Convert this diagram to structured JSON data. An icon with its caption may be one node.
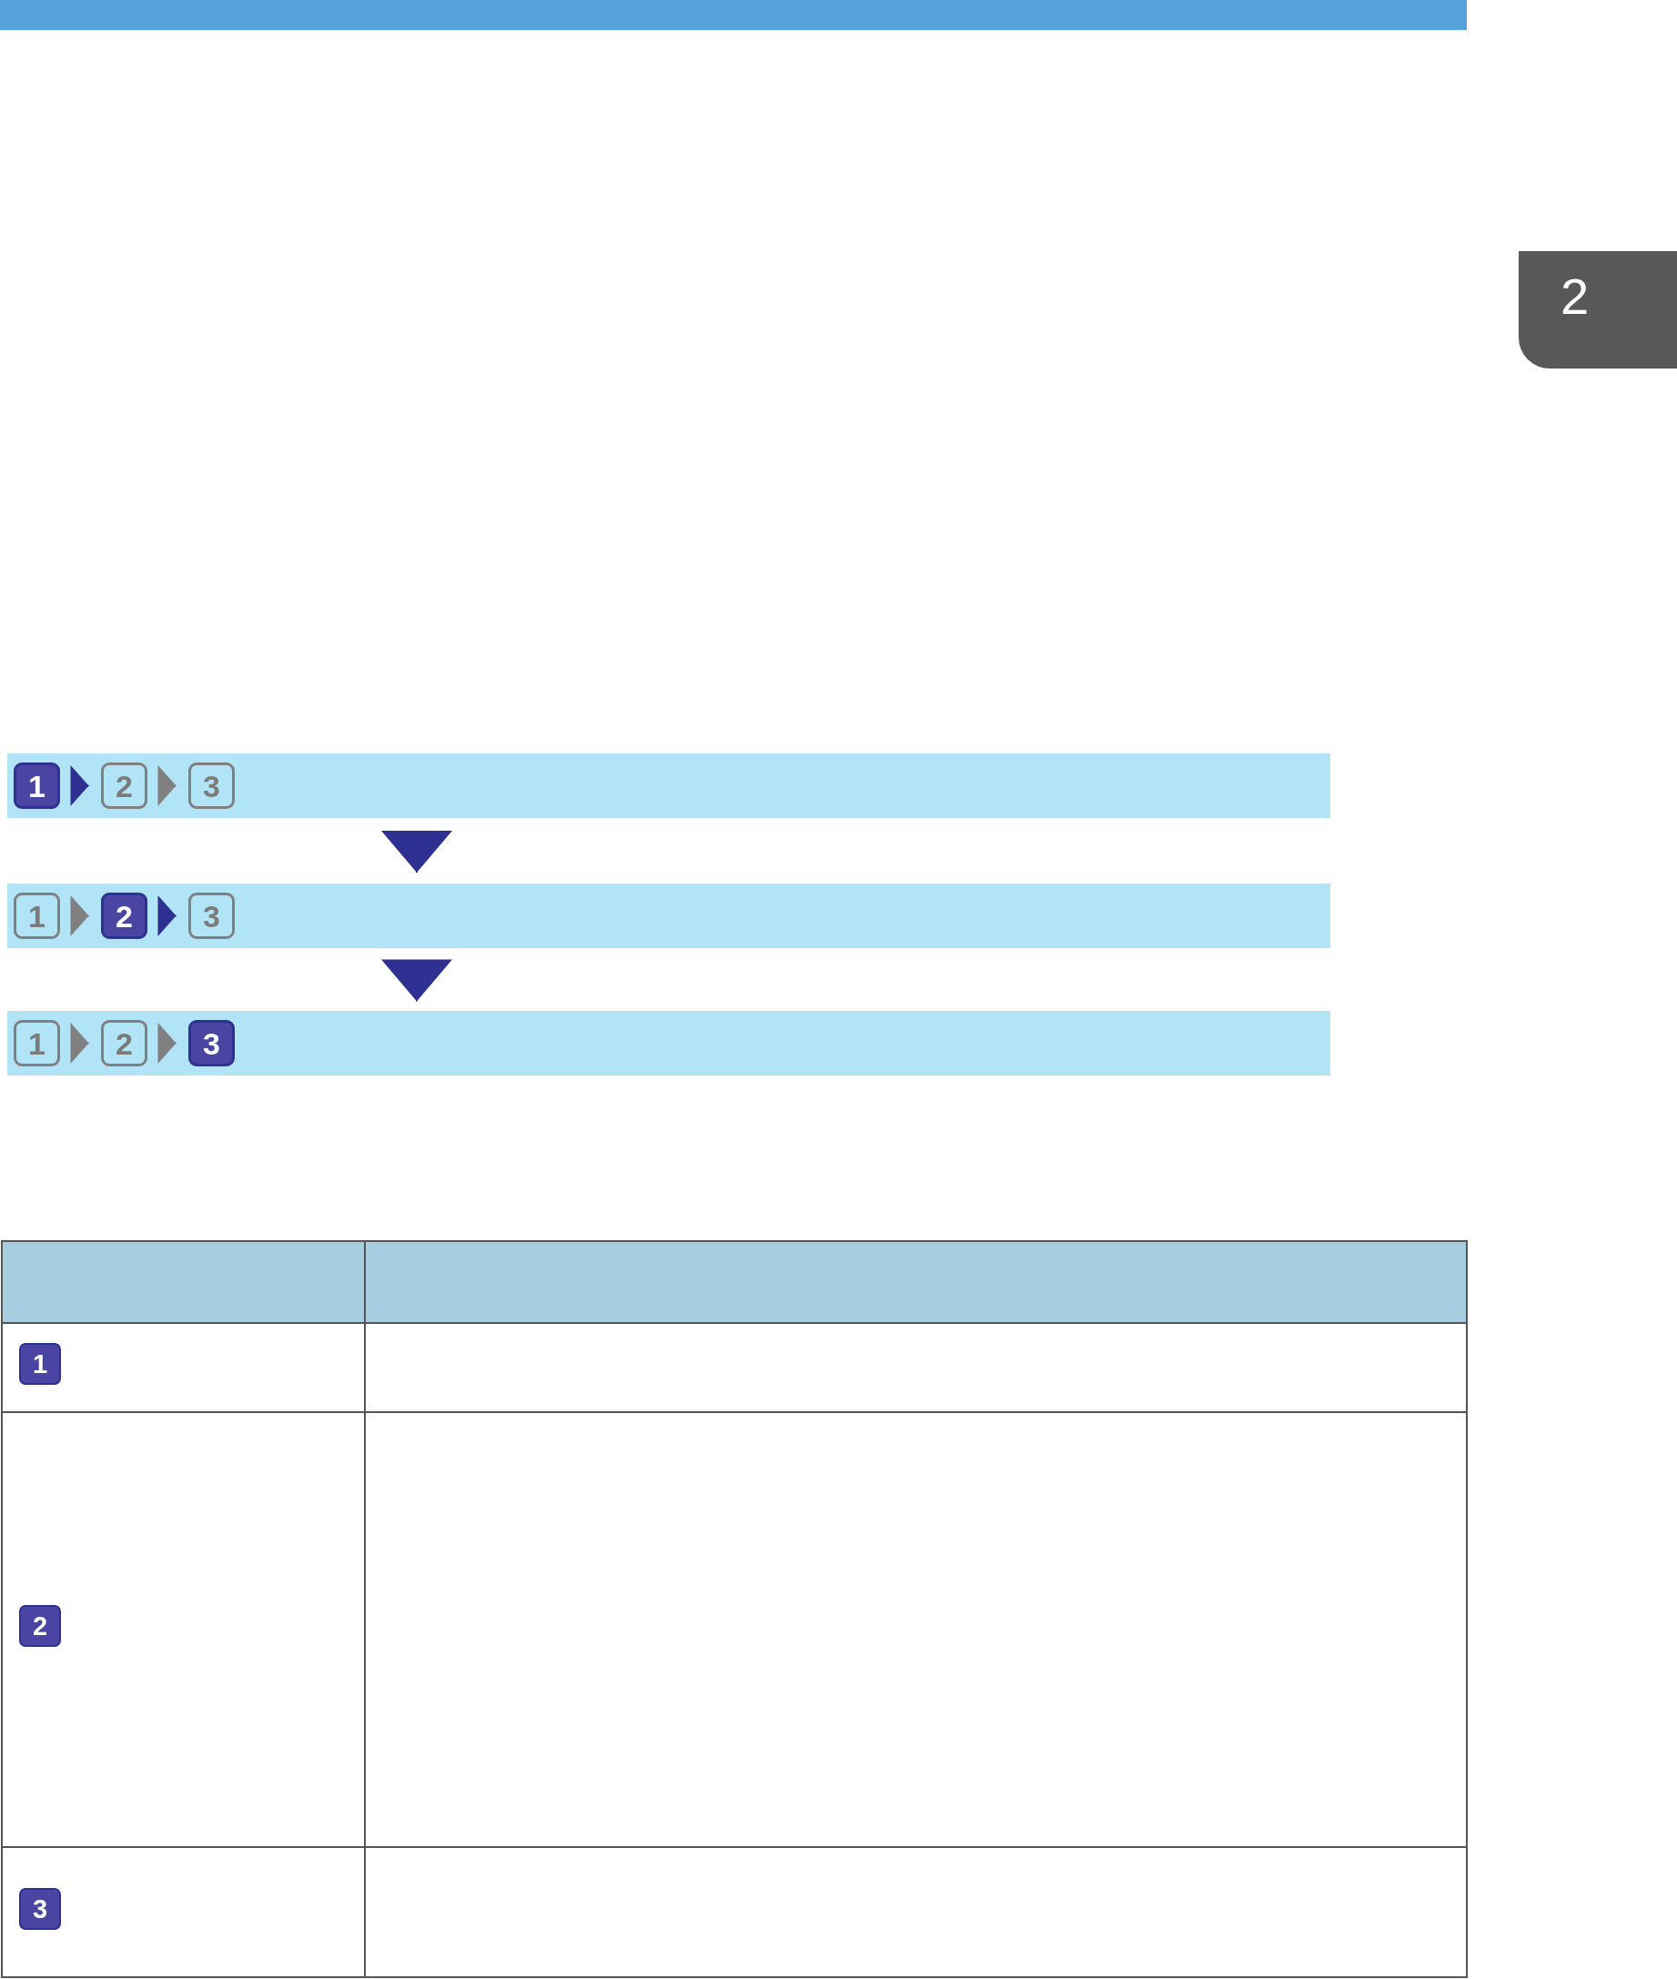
{
  "diagram": {
    "nodes": [
      {
        "text": [],
        "shape": "bar"
      },
      {
        "text": [
          "1"
        ],
        "in": 0
      },
      {
        "text": [
          "2"
        ],
        "in": 0
      },
      {
        "text": [
          "3"
        ],
        "in": 0
      },
      {
        "text": [],
        "shape": "bar"
      },
      {
        "text": [
          "1"
        ],
        "in": 4
      },
      {
        "text": [
          "2"
        ],
        "in": 4
      },
      {
        "text": [
          "3"
        ],
        "in": 4
      },
      {
        "text": [],
        "shape": "bar"
      },
      {
        "text": [
          "1"
        ],
        "in": 8
      },
      {
        "text": [
          "2"
        ],
        "in": 8
      },
      {
        "text": [
          "3"
        ],
        "in": 8
      },
      {
        "text": [
          "1"
        ]
      },
      {
        "text": [
          "2"
        ]
      },
      {
        "text": [
          "3"
        ]
      }
    ],
    "edges": [
      {
        "from": 1,
        "to": 2,
        "arrow": "to",
        "color": "#2e3192"
      },
      {
        "from": 2,
        "to": 3,
        "arrow": "to"
      },
      {
        "from": 0,
        "to": 4,
        "arrow": "to",
        "color": "#2e3192"
      },
      {
        "from": 5,
        "to": 6,
        "arrow": "to"
      },
      {
        "from": 6,
        "to": 7,
        "arrow": "to",
        "color": "#2e3192"
      },
      {
        "from": 4,
        "to": 8,
        "arrow": "to",
        "color": "#2e3192"
      },
      {
        "from": 9,
        "to": 10,
        "arrow": "to"
      },
      {
        "from": 10,
        "to": 11,
        "arrow": "to"
      }
    ],
    "labels": [
      "2"
    ]
  }
}
